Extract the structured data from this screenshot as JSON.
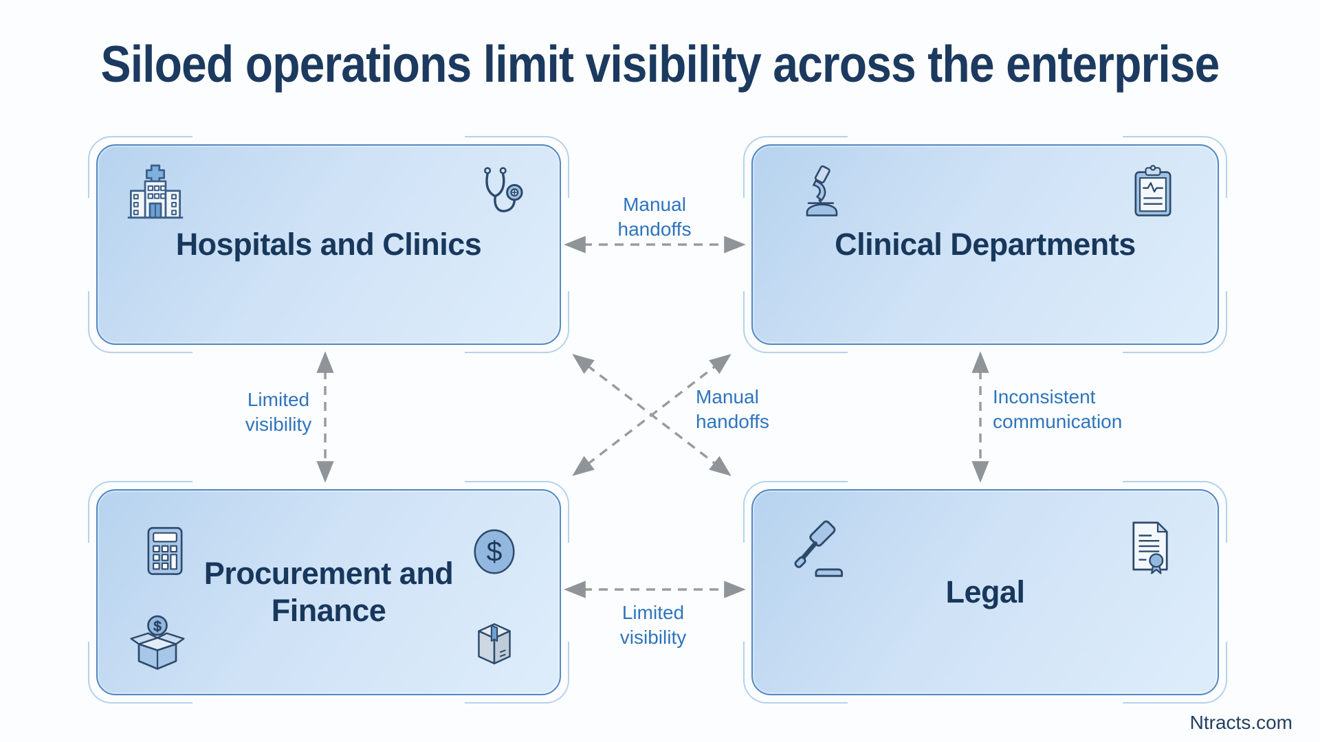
{
  "title": "Siloed operations limit visibility across the enterprise",
  "footer": "Ntracts.com",
  "diagram": {
    "boxes": [
      {
        "label": "Hospitals and Clinics",
        "icons": [
          "hospital-building",
          "stethoscope"
        ]
      },
      {
        "label": "Clinical Departments",
        "icons": [
          "microscope",
          "clipboard-pulse"
        ]
      },
      {
        "label": "Procurement and Finance",
        "icons": [
          "calculator",
          "dollar-coin",
          "money-box",
          "package"
        ]
      },
      {
        "label": "Legal",
        "icons": [
          "gavel",
          "certificate-document"
        ]
      }
    ],
    "connections": [
      {
        "from": "Hospitals and Clinics",
        "to": "Clinical Departments",
        "type": "horizontal",
        "label": "Manual\nhandoffs"
      },
      {
        "from": "Hospitals and Clinics",
        "to": "Procurement and Finance",
        "type": "vertical",
        "label": "Limited\nvisibility"
      },
      {
        "from": "Hospitals and Clinics",
        "to": "Legal",
        "type": "diagonal",
        "label": "Manual\nhandoffs"
      },
      {
        "from": "Procurement and Finance",
        "to": "Clinical Departments",
        "type": "diagonal",
        "label": "Manual\nhandoffs"
      },
      {
        "from": "Clinical Departments",
        "to": "Legal",
        "type": "vertical",
        "label": "Inconsistent\ncommunication"
      },
      {
        "from": "Procurement and Finance",
        "to": "Legal",
        "type": "horizontal",
        "label": "Limited\nvisibility"
      }
    ]
  },
  "colors": {
    "title_text": "#1c3a5f",
    "box_title_text": "#18375c",
    "connection_label_text": "#2e74bd",
    "box_border": "#5287c1",
    "box_fill_start": "#b7d3ef",
    "box_fill_end": "#deedfb",
    "outline_accent": "#b6d1ec",
    "arrow_gray": "#9b9b9b",
    "background": "#fbfdfe"
  }
}
